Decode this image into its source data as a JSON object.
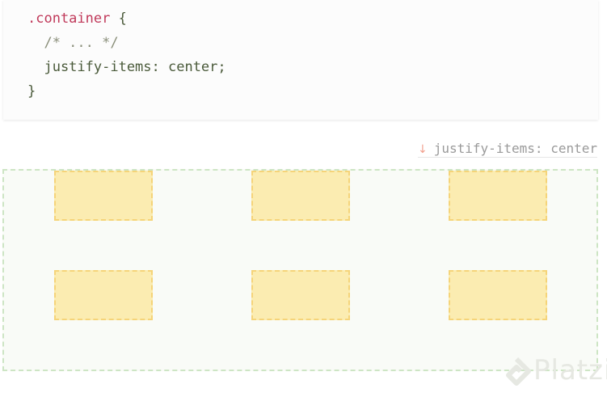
{
  "code": {
    "lines": [
      {
        "selector": ".container",
        "brace": " {"
      },
      {
        "comment": "  /* ... */"
      },
      {
        "plain": "  justify-items: center;"
      },
      {
        "plain": "}"
      }
    ]
  },
  "demo": {
    "property_label": "justify-items: center",
    "arrow_icon": "arrow-down-icon",
    "items_count_visible": 6
  },
  "colors": {
    "selector": "#c0395a",
    "container_border": "#cde5c4",
    "item_fill": "#fbecb1",
    "item_border": "#f5d479"
  },
  "watermark": {
    "brand": "Platzi"
  }
}
